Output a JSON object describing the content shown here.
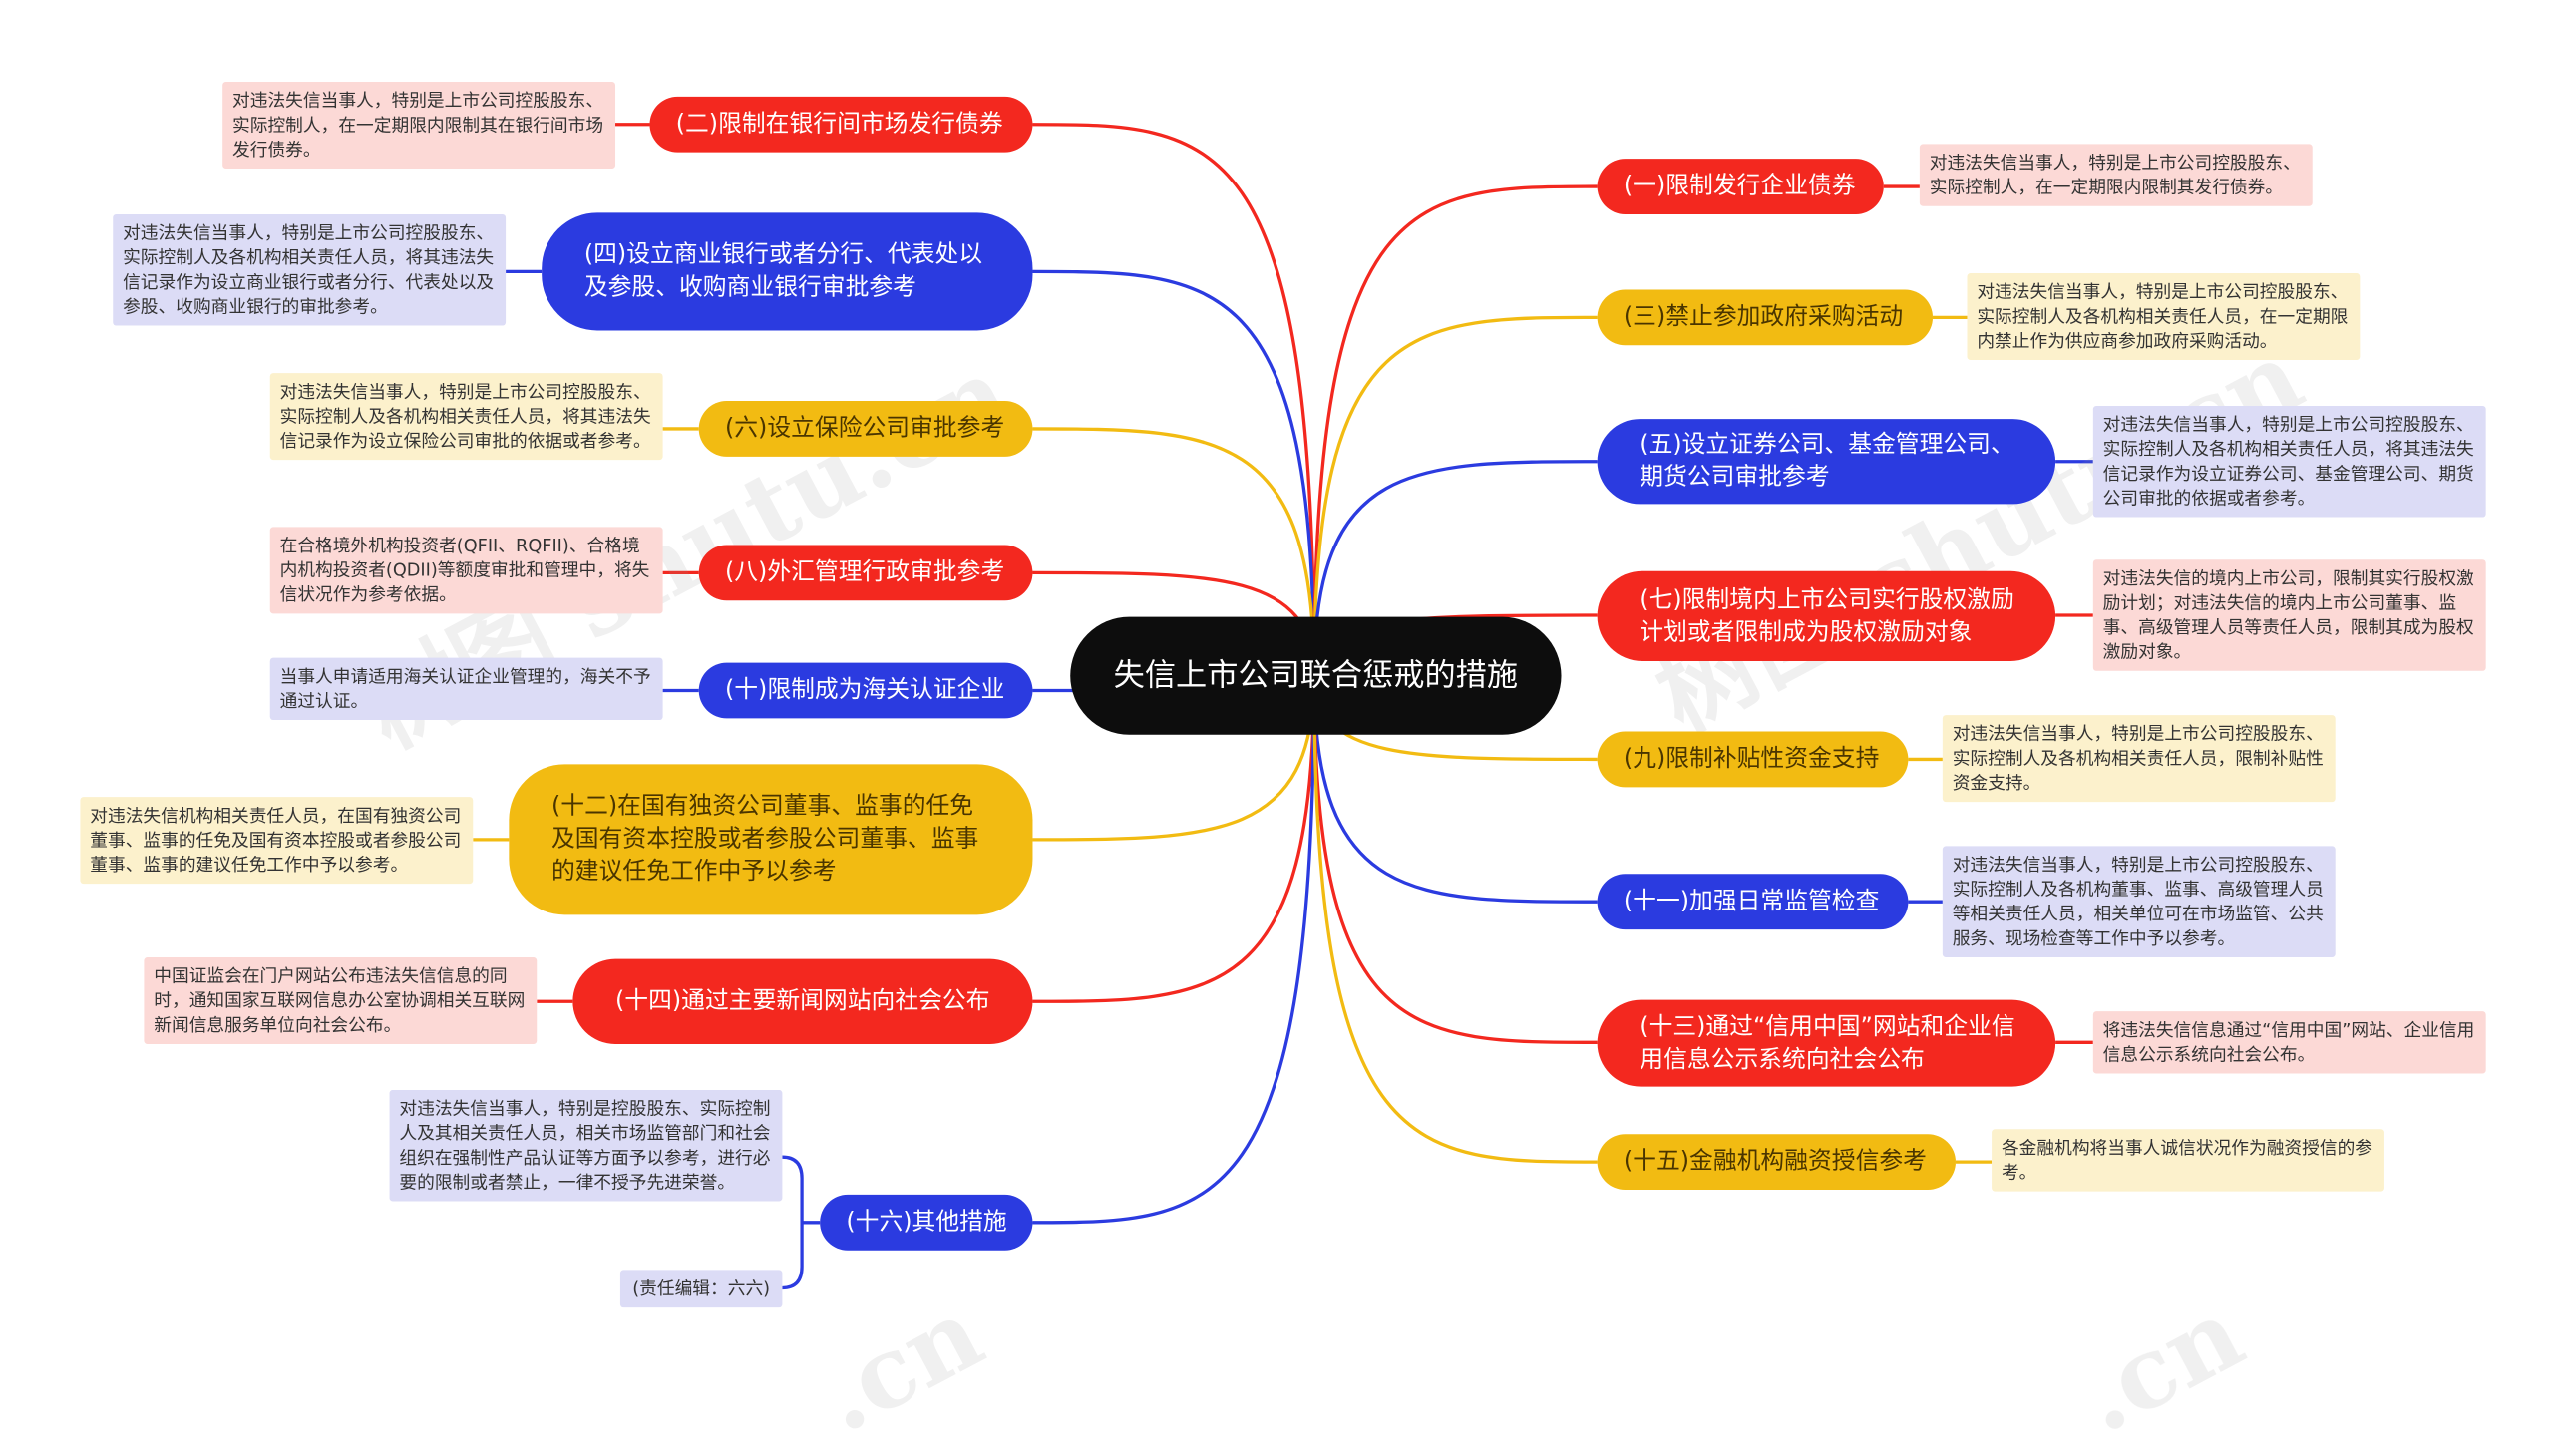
{
  "center": {
    "title": "失信上市公司联合惩戒的措施"
  },
  "watermark": {
    "text": "树图 shutu.cn",
    "short": ".cn"
  },
  "colors": {
    "red": "#f3281f",
    "blue": "#2b3be0",
    "yellow": "#f2bb12",
    "center": "#0d0d0d"
  },
  "left": [
    {
      "label": "(二)限制在银行间市场发行债券",
      "color": "red",
      "note": "对违法失信当事人，特别是上市公司控股股东、实际控制人，在一定期限内限制其在银行间市场发行债券。"
    },
    {
      "label": "(四)设立商业银行或者分行、代表处以及参股、收购商业银行审批参考",
      "color": "blue",
      "note": "对违法失信当事人，特别是上市公司控股股东、实际控制人及各机构相关责任人员，将其违法失信记录作为设立商业银行或者分行、代表处以及参股、收购商业银行的审批参考。"
    },
    {
      "label": "(六)设立保险公司审批参考",
      "color": "yellow",
      "note": "对违法失信当事人，特别是上市公司控股股东、实际控制人及各机构相关责任人员，将其违法失信记录作为设立保险公司审批的依据或者参考。"
    },
    {
      "label": "(八)外汇管理行政审批参考",
      "color": "red",
      "note": "在合格境外机构投资者(QFII、RQFII)、合格境内机构投资者(QDII)等额度审批和管理中，将失信状况作为参考依据。"
    },
    {
      "label": "(十)限制成为海关认证企业",
      "color": "blue",
      "note": "当事人申请适用海关认证企业管理的，海关不予通过认证。"
    },
    {
      "label": "(十二)在国有独资公司董事、监事的任免及国有资本控股或者参股公司董事、监事的建议任免工作中予以参考",
      "color": "yellow",
      "note": "对违法失信机构相关责任人员，在国有独资公司董事、监事的任免及国有资本控股或者参股公司董事、监事的建议任免工作中予以参考。"
    },
    {
      "label": "(十四)通过主要新闻网站向社会公布",
      "color": "red",
      "note": "中国证监会在门户网站公布违法失信信息的同时，通知国家互联网信息办公室协调相关互联网新闻信息服务单位向社会公布。"
    },
    {
      "label": "(十六)其他措施",
      "color": "blue",
      "note": "对违法失信当事人，特别是控股股东、实际控制人及其相关责任人员，相关市场监管部门和社会组织在强制性产品认证等方面予以参考，进行必要的限制或者禁止，一律不授予先进荣誉。",
      "note2": "(责任编辑：六六)"
    }
  ],
  "right": [
    {
      "label": "(一)限制发行企业债券",
      "color": "red",
      "note": "对违法失信当事人，特别是上市公司控股股东、实际控制人，在一定期限内限制其发行债券。"
    },
    {
      "label": "(三)禁止参加政府采购活动",
      "color": "yellow",
      "note": "对违法失信当事人，特别是上市公司控股股东、实际控制人及各机构相关责任人员，在一定期限内禁止作为供应商参加政府采购活动。"
    },
    {
      "label": "(五)设立证券公司、基金管理公司、期货公司审批参考",
      "color": "blue",
      "note": "对违法失信当事人，特别是上市公司控股股东、实际控制人及各机构相关责任人员，将其违法失信记录作为设立证券公司、基金管理公司、期货公司审批的依据或者参考。"
    },
    {
      "label": "(七)限制境内上市公司实行股权激励计划或者限制成为股权激励对象",
      "color": "red",
      "note": "对违法失信的境内上市公司，限制其实行股权激励计划；对违法失信的境内上市公司董事、监事、高级管理人员等责任人员，限制其成为股权激励对象。"
    },
    {
      "label": "(九)限制补贴性资金支持",
      "color": "yellow",
      "note": "对违法失信当事人，特别是上市公司控股股东、实际控制人及各机构相关责任人员，限制补贴性资金支持。"
    },
    {
      "label": "(十一)加强日常监管检查",
      "color": "blue",
      "note": "对违法失信当事人，特别是上市公司控股股东、实际控制人及各机构董事、监事、高级管理人员等相关责任人员，相关单位可在市场监管、公共服务、现场检查等工作中予以参考。"
    },
    {
      "label": "(十三)通过“信用中国”网站和企业信用信息公示系统向社会公布",
      "color": "red",
      "note": "将违法失信信息通过“信用中国”网站、企业信用信息公示系统向社会公布。"
    },
    {
      "label": "(十五)金融机构融资授信参考",
      "color": "yellow",
      "note": "各金融机构将当事人诚信状况作为融资授信的参考。"
    }
  ]
}
